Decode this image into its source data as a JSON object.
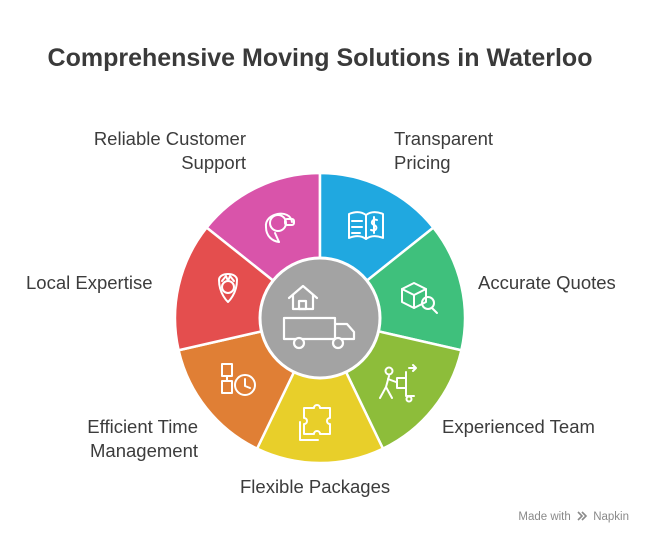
{
  "title": "Comprehensive Moving Solutions in Waterloo",
  "segments": [
    {
      "id": "reliable-customer-support",
      "label": "Reliable Customer Support",
      "color": "#d954aa",
      "icon": "headset-agent-icon"
    },
    {
      "id": "transparent-pricing",
      "label": "Transparent Pricing",
      "color": "#20a8e0",
      "icon": "price-book-icon"
    },
    {
      "id": "accurate-quotes",
      "label": "Accurate Quotes",
      "color": "#3fc07c",
      "icon": "box-magnifier-icon"
    },
    {
      "id": "experienced-team",
      "label": "Experienced Team",
      "color": "#8dbd3a",
      "icon": "mover-dolly-icon"
    },
    {
      "id": "flexible-packages",
      "label": "Flexible Packages",
      "color": "#e8cf2a",
      "icon": "puzzle-packages-icon"
    },
    {
      "id": "efficient-time-management",
      "label": "Efficient Time Management",
      "color": "#e07f35",
      "icon": "schedule-clock-icon"
    },
    {
      "id": "local-expertise",
      "label": "Local Expertise",
      "color": "#e44e4e",
      "icon": "location-badge-icon"
    }
  ],
  "labels": {
    "reliable_1": "Reliable Customer",
    "reliable_2": "Support",
    "pricing_1": "Transparent",
    "pricing_2": "Pricing",
    "quotes": "Accurate Quotes",
    "team": "Experienced Team",
    "packages": "Flexible Packages",
    "time_1": "Efficient Time",
    "time_2": "Management",
    "local": "Local Expertise"
  },
  "center": {
    "icon": "house-moving-truck-icon",
    "color": "#a3a3a3"
  },
  "footer": {
    "made_with": "Made with",
    "brand": "Napkin",
    "icon": "napkin-logo-icon"
  }
}
